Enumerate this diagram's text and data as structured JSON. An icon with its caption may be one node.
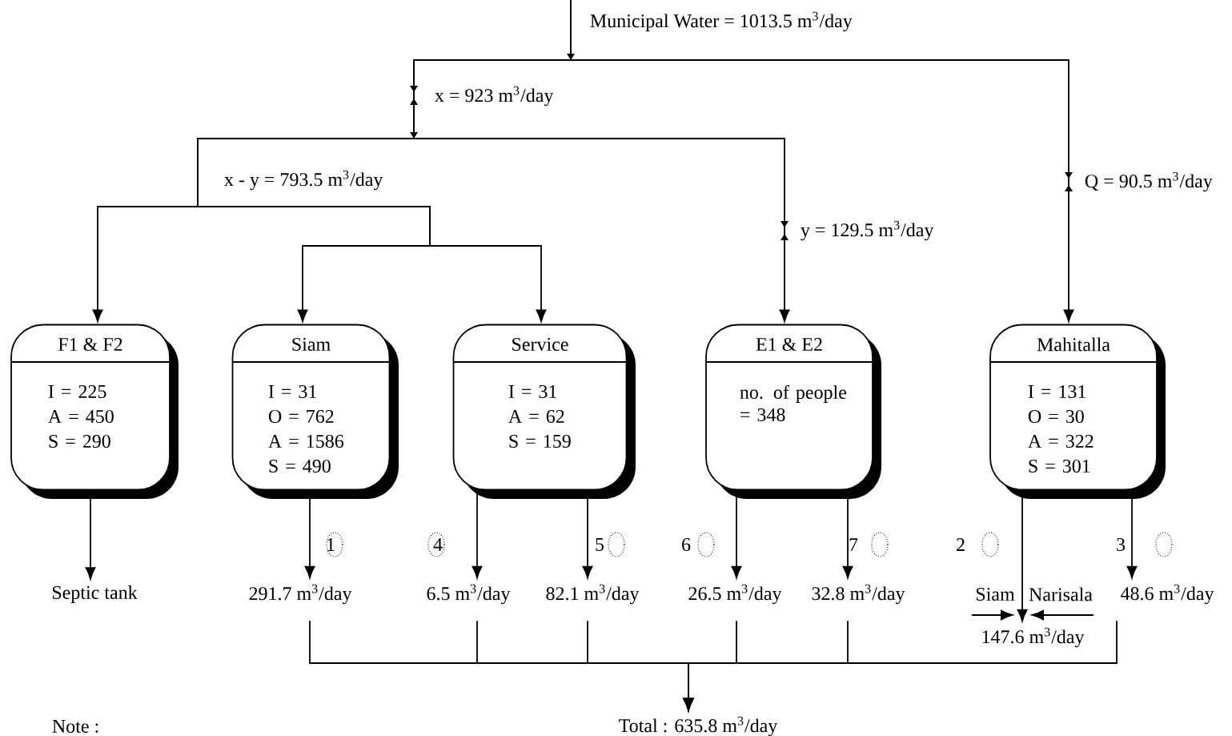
{
  "diagram": {
    "nodes": [
      {
        "text": [
          "F1 & F2",
          "I  = 225",
          "A = 450",
          "S = 290"
        ]
      },
      {
        "text": [
          "Siam",
          "I  = 31",
          "O = 762",
          "A = 1586",
          "S = 490"
        ]
      },
      {
        "text": [
          "Service",
          "I  = 31",
          "A = 62",
          "S = 159"
        ]
      },
      {
        "text": [
          "E1 & E2",
          "no. of people = 348"
        ]
      },
      {
        "text": [
          "Mahitalla",
          "I = 131",
          "O = 30",
          "A = 322",
          "S = 301"
        ]
      },
      {
        "text": [
          "Septic tank"
        ]
      },
      {
        "text": [
          "291.7 m$^{3}$/day"
        ]
      },
      {
        "text": [
          "6.5 m$^{3}$/day"
        ]
      },
      {
        "text": [
          "82.1 m$^{3}$/day"
        ]
      },
      {
        "text": [
          "26.5 m$^{3}$/day"
        ]
      },
      {
        "text": [
          "32.8 m$^{3}$/day"
        ]
      },
      {
        "text": [
          "147.6 m$^{3}$/day"
        ]
      },
      {
        "text": [
          "48.6 m$^{3}$/day"
        ]
      },
      {
        "text": [
          "Total : 635.8 m$^{3}$/day"
        ]
      }
    ],
    "edges": [
      {
        "from": null,
        "to": 0,
        "arrow": "to"
      },
      {
        "from": null,
        "to": 1,
        "arrow": "to"
      },
      {
        "from": null,
        "to": 2,
        "arrow": "to"
      },
      {
        "from": null,
        "to": 3,
        "arrow": "to",
        "label": "y = 129.5 m$^{3}$/day"
      },
      {
        "from": null,
        "to": 4,
        "arrow": "to",
        "label": "Q = 90.5 m$^{3}$/day"
      },
      {
        "from": 0,
        "to": 5,
        "arrow": "to"
      },
      {
        "from": 1,
        "to": 6,
        "arrow": "to"
      },
      {
        "from": 2,
        "to": 7,
        "arrow": "to"
      },
      {
        "from": 2,
        "to": 8,
        "arrow": "to"
      },
      {
        "from": 3,
        "to": 9,
        "arrow": "to"
      },
      {
        "from": 3,
        "to": 10,
        "arrow": "to"
      },
      {
        "from": 4,
        "to": 11,
        "arrow": "to"
      },
      {
        "from": 4,
        "to": 12,
        "arrow": "to"
      },
      {
        "from": 6,
        "to": 13,
        "arrow": "to"
      },
      {
        "from": 7,
        "to": 13,
        "arrow": "to"
      },
      {
        "from": 8,
        "to": 13,
        "arrow": "to"
      },
      {
        "from": 9,
        "to": 13,
        "arrow": "to"
      },
      {
        "from": 10,
        "to": 13,
        "arrow": "to"
      },
      {
        "from": 12,
        "to": 13,
        "arrow": "to"
      }
    ],
    "labels": [
      "Municipal Water = 1013.5 m$^{3}$/day",
      "x = 923 m$^{3}$/day",
      "x - y = 793.5 m$^{3}$/day",
      "1",
      "4",
      "5",
      "6",
      "7",
      "2",
      "3",
      "Siam",
      "Narisala",
      "Note :"
    ]
  }
}
